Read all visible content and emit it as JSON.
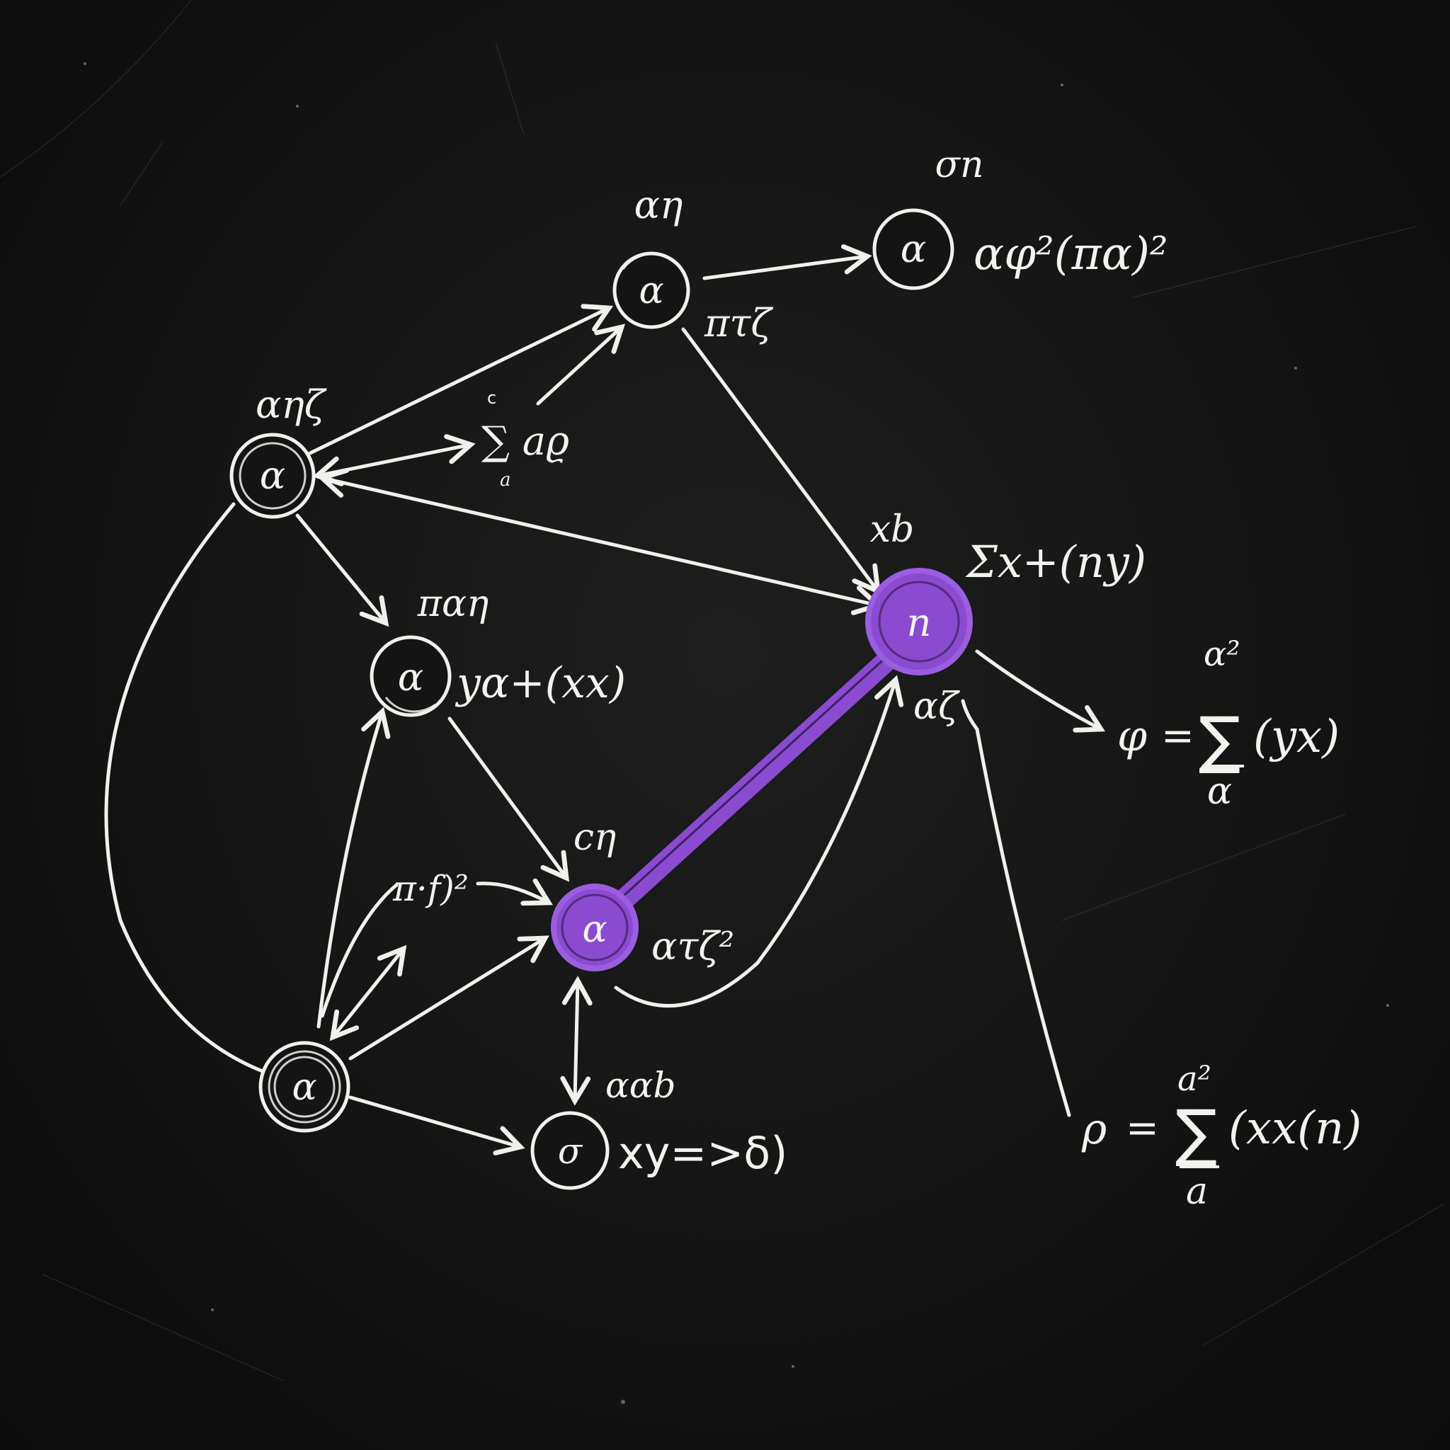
{
  "board": {
    "background": "#141414",
    "chalk_color": "#f2f2ee",
    "highlight_color": "#8a4bd0"
  },
  "nodes": [
    {
      "id": "n1",
      "symbol": "α",
      "label": "αη",
      "style": "single",
      "annotation": "πτζ"
    },
    {
      "id": "n2",
      "symbol": "α",
      "label": "σn",
      "style": "single",
      "annotation": "αφ²(πα)²"
    },
    {
      "id": "n3",
      "symbol": "α",
      "label": "αηζ",
      "style": "double"
    },
    {
      "id": "n4",
      "symbol": "α",
      "label": "παη",
      "style": "double",
      "annotation": "yα+(xx)"
    },
    {
      "id": "n5",
      "symbol": "n",
      "label": "xb",
      "style": "highlight",
      "annotation": "Σx+(ny)",
      "below": "αζ"
    },
    {
      "id": "n6",
      "symbol": "α",
      "label": "cη",
      "style": "highlight",
      "annotation": "ατζ²"
    },
    {
      "id": "n7",
      "symbol": "α",
      "style": "triple"
    },
    {
      "id": "n8",
      "symbol": "σ",
      "label": "ααb",
      "style": "single",
      "annotation": "xy=>δ)"
    }
  ],
  "edge_labels": {
    "sum_label": {
      "top": "c",
      "body": "∑ aϱ",
      "bottom": "a"
    },
    "n7_n6_label": "π·f)²"
  },
  "formulas": [
    {
      "lhs": "φ",
      "eq": "=",
      "sigma": "∑",
      "upper": "α²",
      "lower": "α",
      "body": "(yx)"
    },
    {
      "lhs": "ρ",
      "eq": "=",
      "sigma": "∑",
      "upper": "a²",
      "lower": "a",
      "body": "(xx(n)"
    }
  ]
}
